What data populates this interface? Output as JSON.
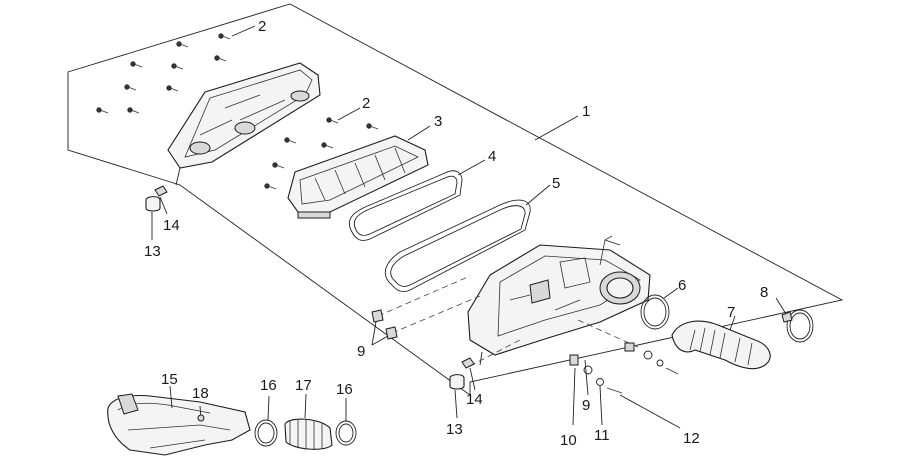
{
  "callouts": {
    "c1": "1",
    "c2a": "2",
    "c2b": "2",
    "c3": "3",
    "c4": "4",
    "c5": "5",
    "c6": "6",
    "c7": "7",
    "c8": "8",
    "c9a": "9",
    "c9b": "9",
    "c10": "10",
    "c11": "11",
    "c12": "12",
    "c13a": "13",
    "c13b": "13",
    "c14a": "14",
    "c14b": "14",
    "c15": "15",
    "c16a": "16",
    "c16b": "16",
    "c17": "17",
    "c18": "18"
  },
  "colors": {
    "line": "#1c1c1c",
    "part_fill": "#f4f4f4",
    "shade": "#d9d9d9",
    "background": "#ffffff"
  }
}
